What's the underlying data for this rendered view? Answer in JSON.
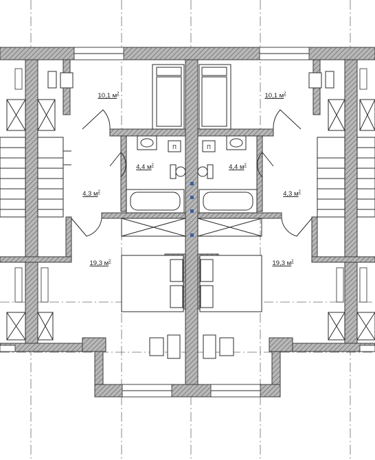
{
  "plan": {
    "rooms": [
      {
        "id": "bedroom-top-left",
        "label": "10,1 м",
        "sup": "2"
      },
      {
        "id": "bedroom-top-right",
        "label": "10,1 м",
        "sup": "2"
      },
      {
        "id": "bathroom-left",
        "label": "4,4 м",
        "sup": "2"
      },
      {
        "id": "bathroom-right",
        "label": "4,4 м",
        "sup": "2"
      },
      {
        "id": "hall-left",
        "label": "4,3 м",
        "sup": "2"
      },
      {
        "id": "hall-right",
        "label": "4,3 м",
        "sup": "2"
      },
      {
        "id": "bedroom-bottom-left",
        "label": "19,3 м",
        "sup": "2"
      },
      {
        "id": "bedroom-bottom-right",
        "label": "19,3 м",
        "sup": "2"
      }
    ],
    "fixture_marks": {
      "left": "П",
      "right": "П"
    }
  }
}
